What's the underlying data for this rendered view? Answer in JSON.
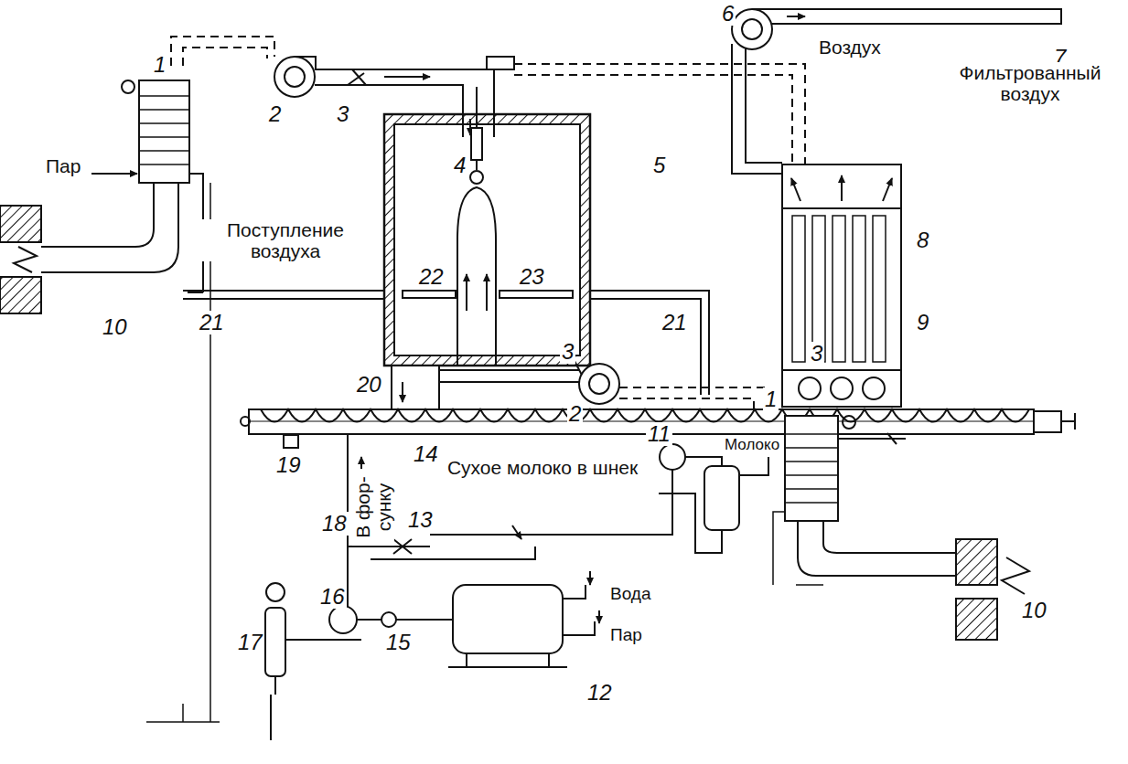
{
  "diagram": {
    "labels": [
      "6",
      "Воздух",
      "7",
      "Фильтрованный воздух",
      "2",
      "3",
      "5",
      "4",
      "Поступление воздуха",
      "22",
      "23",
      "21",
      "8",
      "21",
      "3",
      "3",
      "2",
      "9",
      "20",
      "1",
      "Пар",
      "19",
      "18",
      "14",
      "В фор- сунку",
      "Сухое молоко в шнек",
      "13",
      "11",
      "Молоко",
      "1",
      "10",
      "17",
      "16",
      "15",
      "Вода",
      "Пар",
      "12",
      "10"
    ]
  }
}
